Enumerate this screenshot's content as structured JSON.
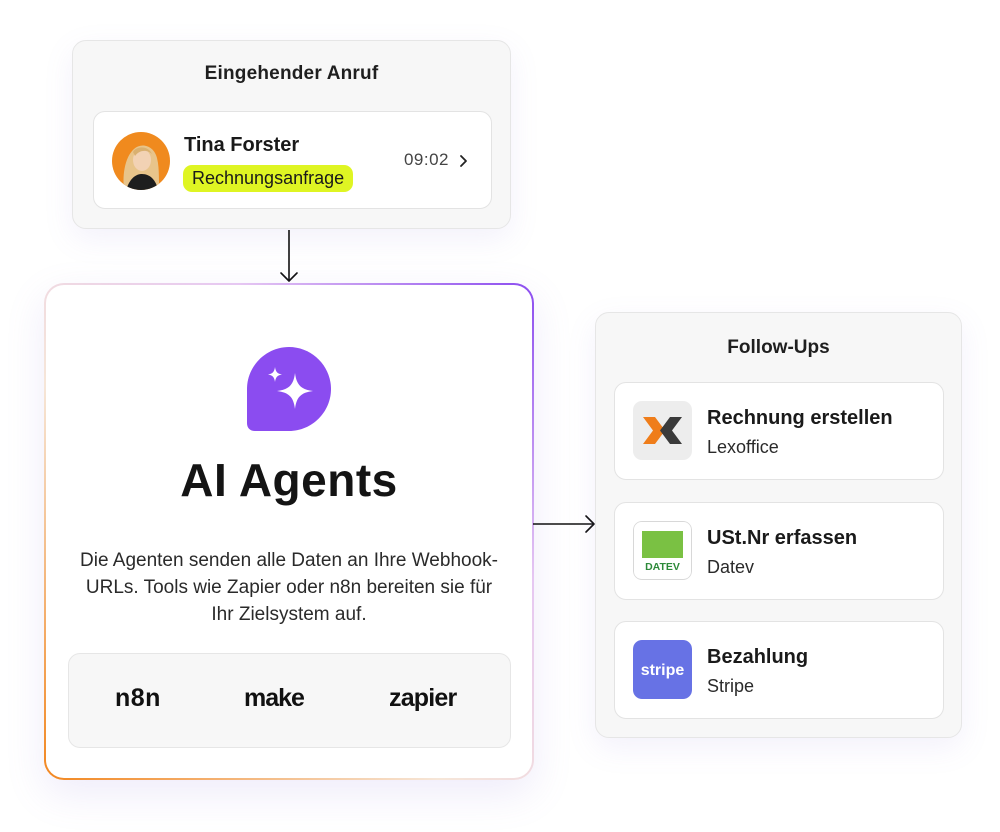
{
  "incoming_call": {
    "title": "Eingehender Anruf",
    "caller_name": "Tina Forster",
    "tag": "Rechnungsanfrage",
    "time": "09:02",
    "tag_color": "#dff523"
  },
  "agents": {
    "title": "AI Agents",
    "description": "Die Agenten senden alle Daten an Ihre Webhook-URLs. Tools wie Zapier oder n8n bereiten sie für Ihr Zielsystem auf.",
    "logo_icon": "sparkle-chat-icon",
    "accent_color": "#8b4cf0",
    "tools": [
      "n8n",
      "make",
      "zapier"
    ]
  },
  "followups": {
    "title": "Follow-Ups",
    "items": [
      {
        "title": "Rechnung erstellen",
        "subtitle": "Lexoffice",
        "icon": "lexoffice-icon"
      },
      {
        "title": "USt.Nr erfassen",
        "subtitle": "Datev",
        "icon": "datev-icon",
        "icon_text": "DATEV"
      },
      {
        "title": "Bezahlung",
        "subtitle": "Stripe",
        "icon": "stripe-icon",
        "icon_text": "stripe"
      }
    ]
  }
}
